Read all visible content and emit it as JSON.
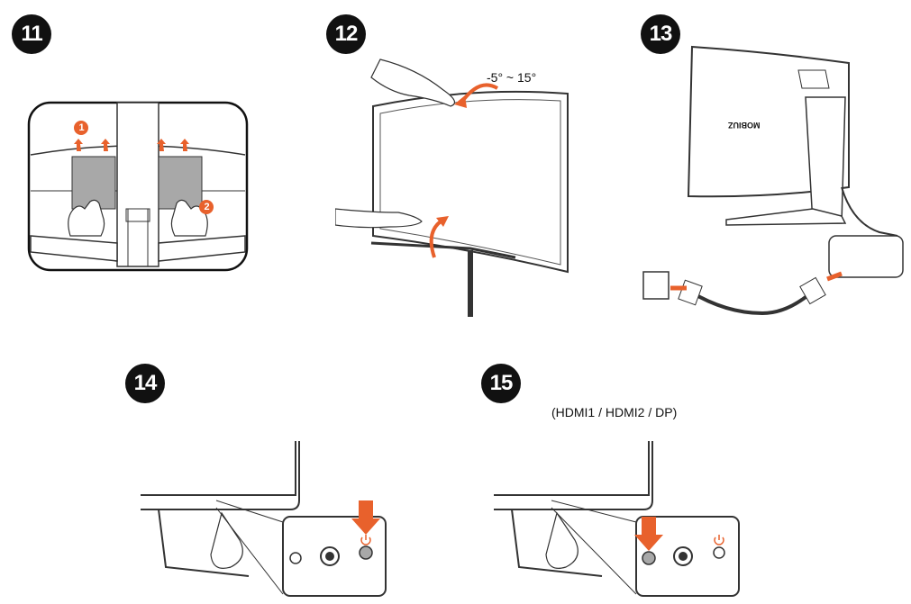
{
  "steps": {
    "s11": "11",
    "s12": "12",
    "s13": "13",
    "s14": "14",
    "s15": "15"
  },
  "step11": {
    "callout_1": "1",
    "callout_2": "2"
  },
  "step12": {
    "tilt_range": "-5° ~ 15°"
  },
  "step13": {
    "brand_mark": "MOBIUZ"
  },
  "step15": {
    "inputs": "(HDMI1 / HDMI2 / DP)"
  },
  "colors": {
    "accent": "#e8612c",
    "ink": "#111111",
    "line": "#333333",
    "gray": "#a8a8a8"
  },
  "icons": [
    "power-icon",
    "arrow-up-icon",
    "arrow-down-icon",
    "tilt-arrow-icon",
    "hand-icon",
    "power-outlet-icon",
    "power-adapter-icon"
  ]
}
